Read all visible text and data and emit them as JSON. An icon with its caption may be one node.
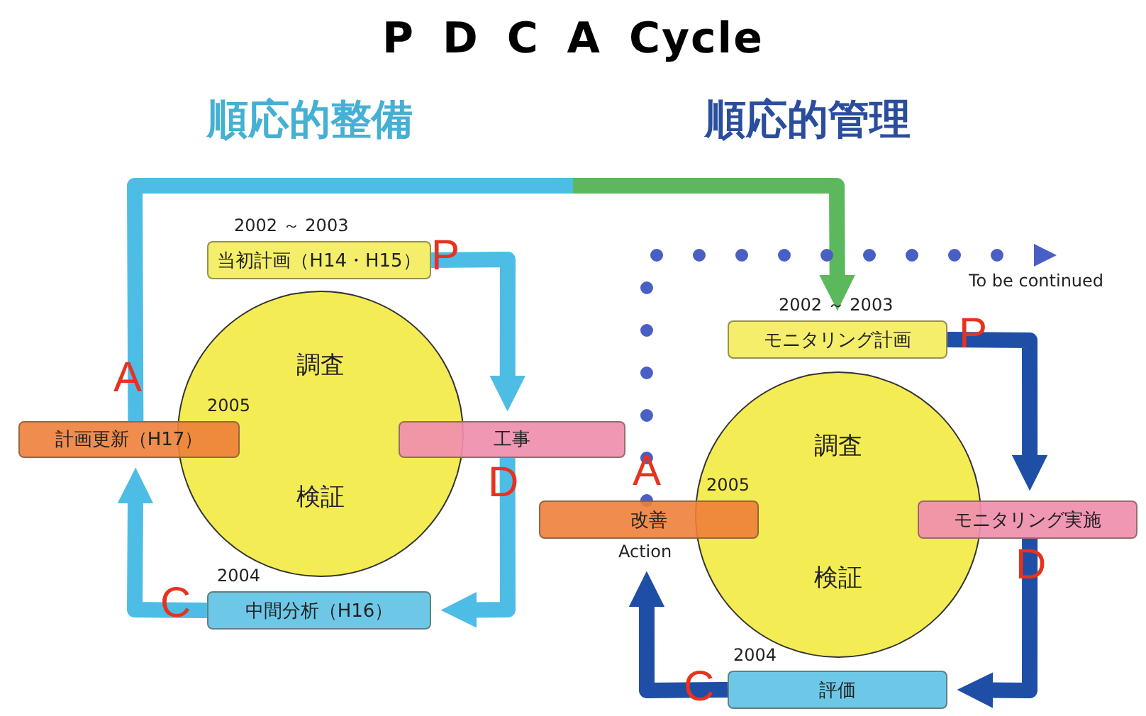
{
  "diagram": {
    "title": "P D C A Cycle",
    "nodes": [
      {
        "text": [
          "調査",
          "検証"
        ]
      },
      {
        "text": [
          "当初計画（H14・H15）"
        ],
        "beside": [
          "2002 ～ 2003"
        ]
      },
      {
        "text": [
          "工事"
        ]
      },
      {
        "text": [
          "中間分析（H16）"
        ]
      },
      {
        "text": [
          "計画更新（H17）"
        ],
        "beside": [
          "2005"
        ]
      },
      {
        "text": [
          "調査",
          "検証"
        ]
      },
      {
        "text": [
          "モニタリング計画"
        ],
        "beside": [
          "2002 ～ 2003"
        ]
      },
      {
        "text": [
          "モニタリング実施"
        ]
      },
      {
        "text": [
          "評価"
        ],
        "beside": [
          "2004"
        ]
      },
      {
        "text": [
          "改善"
        ],
        "beside": [
          "2005",
          "Action"
        ]
      },
      {
        "text": [
          "To be continued"
        ]
      }
    ],
    "edges": [
      {
        "from": 1,
        "to": 2,
        "arrow": "to"
      },
      {
        "from": 2,
        "to": 3,
        "arrow": "to"
      },
      {
        "from": 3,
        "to": 4,
        "arrow": "to"
      },
      {
        "from": 4,
        "to": 6,
        "arrow": "to"
      },
      {
        "from": 6,
        "to": 7,
        "arrow": "to",
        "color": "#1f4ea6"
      },
      {
        "from": 7,
        "to": 8,
        "arrow": "to",
        "color": "#1f4ea6"
      },
      {
        "from": 8,
        "to": 9,
        "arrow": "to",
        "color": "#1f4ea6"
      },
      {
        "from": 9,
        "to": 10,
        "arrow": "to",
        "style": "dashed",
        "color": "#4a5fc4"
      }
    ],
    "labels": [
      "順応的整備",
      "順応的管理",
      "P",
      "A",
      "D",
      "C",
      "2004",
      "P",
      "A",
      "D",
      "C"
    ]
  }
}
